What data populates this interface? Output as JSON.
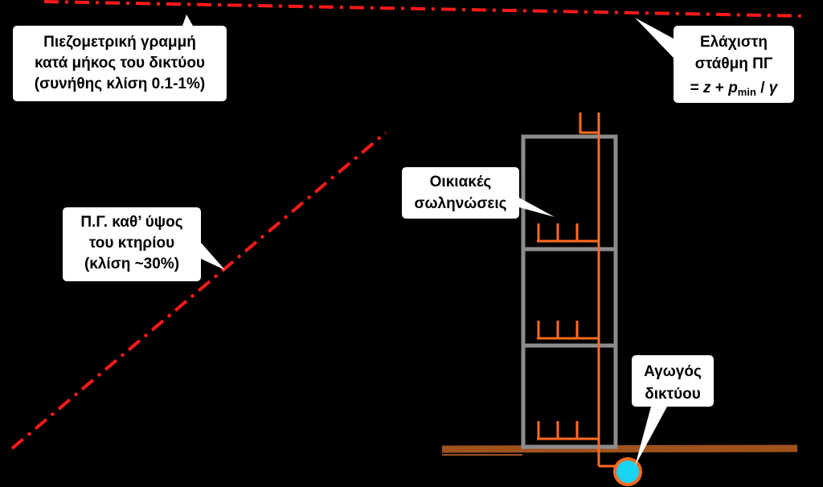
{
  "colors": {
    "background": "#000000",
    "piezometric_line": "#ff1a1a",
    "pipe": "#ff6a1f",
    "building_frame": "#8c8c8c",
    "ground": "#a0521d",
    "main_pipe": "#19d3f0",
    "callout_fill": "#ffffff"
  },
  "callouts": {
    "network_line": {
      "line1": "Πιεζομετρική γραμμή",
      "line2": "κατά μήκος του δικτύου",
      "line3": "(συνήθης κλίση 0.1-1%)"
    },
    "min_level": {
      "line1": "Ελάχιστη",
      "line2": "στάθμη ΠΓ",
      "eq_prefix": "= ",
      "var_z": "z",
      "plus": " + ",
      "var_p": "p",
      "sub_min": "min",
      "slash": " / ",
      "var_gamma": "γ"
    },
    "building_line": {
      "line1": "Π.Γ. καθ’ ύψος",
      "line2": "του κτηρίου",
      "line3": "(κλίση ~30%)"
    },
    "house_pipes": {
      "line1": "Οικιακές",
      "line2": "σωληνώσεις"
    },
    "main_pipe": {
      "line1": "Αγωγός",
      "line2": "δικτύου"
    }
  }
}
